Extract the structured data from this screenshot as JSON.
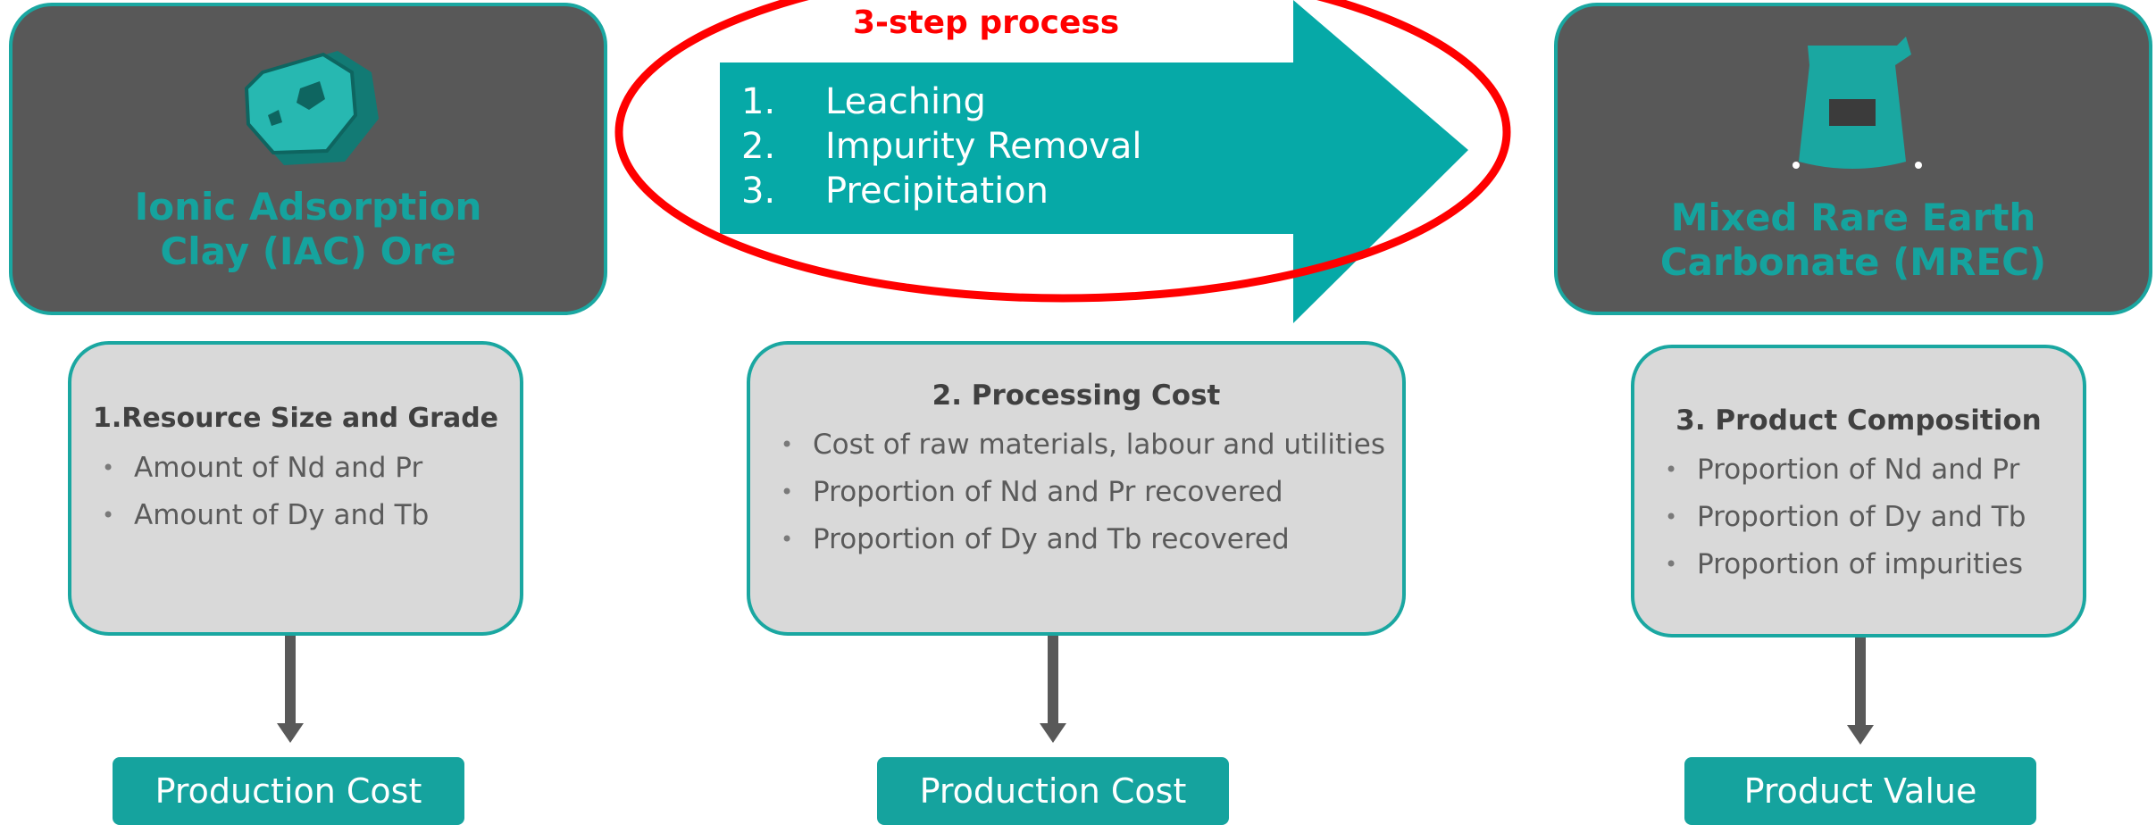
{
  "process": {
    "callout": "3-step process",
    "steps": [
      {
        "num": "1.",
        "label": "Leaching"
      },
      {
        "num": "2.",
        "label": "Impurity Removal"
      },
      {
        "num": "3.",
        "label": "Precipitation"
      }
    ]
  },
  "input_node": {
    "title_line1": "Ionic Adsorption",
    "title_line2": "Clay (IAC) Ore",
    "icon": "ore-rock-icon"
  },
  "output_node": {
    "title_line1": "Mixed Rare Earth",
    "title_line2": "Carbonate (MREC)",
    "icon": "product-bag-icon"
  },
  "factors": [
    {
      "title": "1.Resource Size and Grade",
      "bullets": [
        "Amount of Nd and Pr",
        "Amount of Dy and Tb"
      ],
      "result": "Production Cost"
    },
    {
      "title": "2. Processing Cost",
      "bullets": [
        "Cost of raw materials, labour and utilities",
        "Proportion of Nd and Pr recovered",
        "Proportion of Dy and Tb recovered"
      ],
      "result": "Production Cost"
    },
    {
      "title": "3. Product Composition",
      "bullets": [
        "Proportion of Nd and Pr",
        "Proportion of Dy and Tb",
        "Proportion of impurities"
      ],
      "result": "Product Value"
    }
  ],
  "colors": {
    "teal": "#1aa7a1",
    "dark_box": "#585858",
    "grey_box": "#d9d9d9",
    "callout_red": "#ff0000"
  }
}
